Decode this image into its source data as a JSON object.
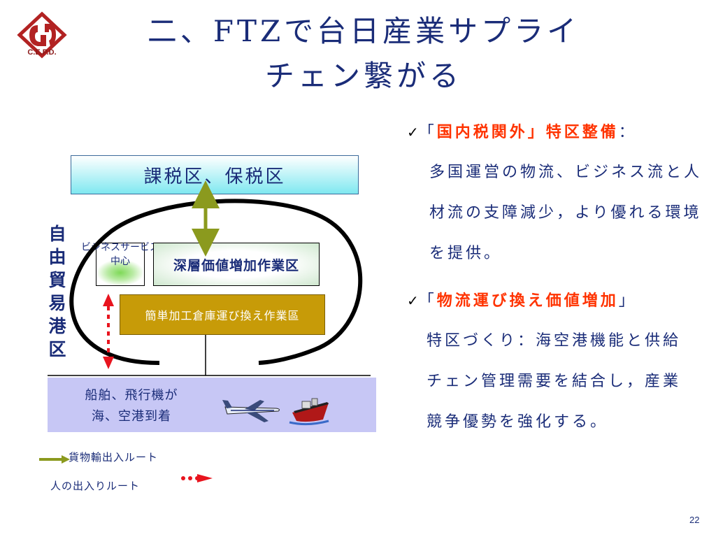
{
  "logo": {
    "text": "C.E.P.D.",
    "icon": "cepd-logo-icon",
    "color": "#b22222"
  },
  "title": {
    "line1": "二、FTZで台日産業サプライ",
    "line2": "チェン繋がる"
  },
  "diagram": {
    "tax_box": "課税区、保税区",
    "business_service": "ビジネスサービス中心",
    "deep_value": "深層価値増加作業区",
    "simple_process": "簡単加工倉庫運び換え作業區",
    "ftz_label": "自由貿易港区",
    "arrival_line1": "船舶、飛行機が",
    "arrival_line2": "海、空港到着",
    "icons": [
      "airplane-icon",
      "ship-icon"
    ],
    "colors": {
      "cargo_arrow": "#8b9a1e",
      "people_arrow": "#e8141e",
      "arrival_bg": "#c7c7f5",
      "simple_bg": "#c79b08"
    }
  },
  "legend": {
    "cargo": "貨物輸出入ルート",
    "people": "人の出入りルート"
  },
  "bullets": [
    {
      "check": "✓",
      "open": "「",
      "highlight": "国内税関外」特区整備",
      "close": "：",
      "body": "多国運営の物流、ビジネス流と人材流の支障減少，より優れる環境を提供。"
    },
    {
      "check": "✓",
      "open": "「",
      "highlight": "物流運び換え価値増加",
      "close": "」",
      "body": "特区づくり：海空港機能と供給チェン管理需要を結合し，産業競争優勢を強化する。"
    }
  ],
  "page_number": "22"
}
